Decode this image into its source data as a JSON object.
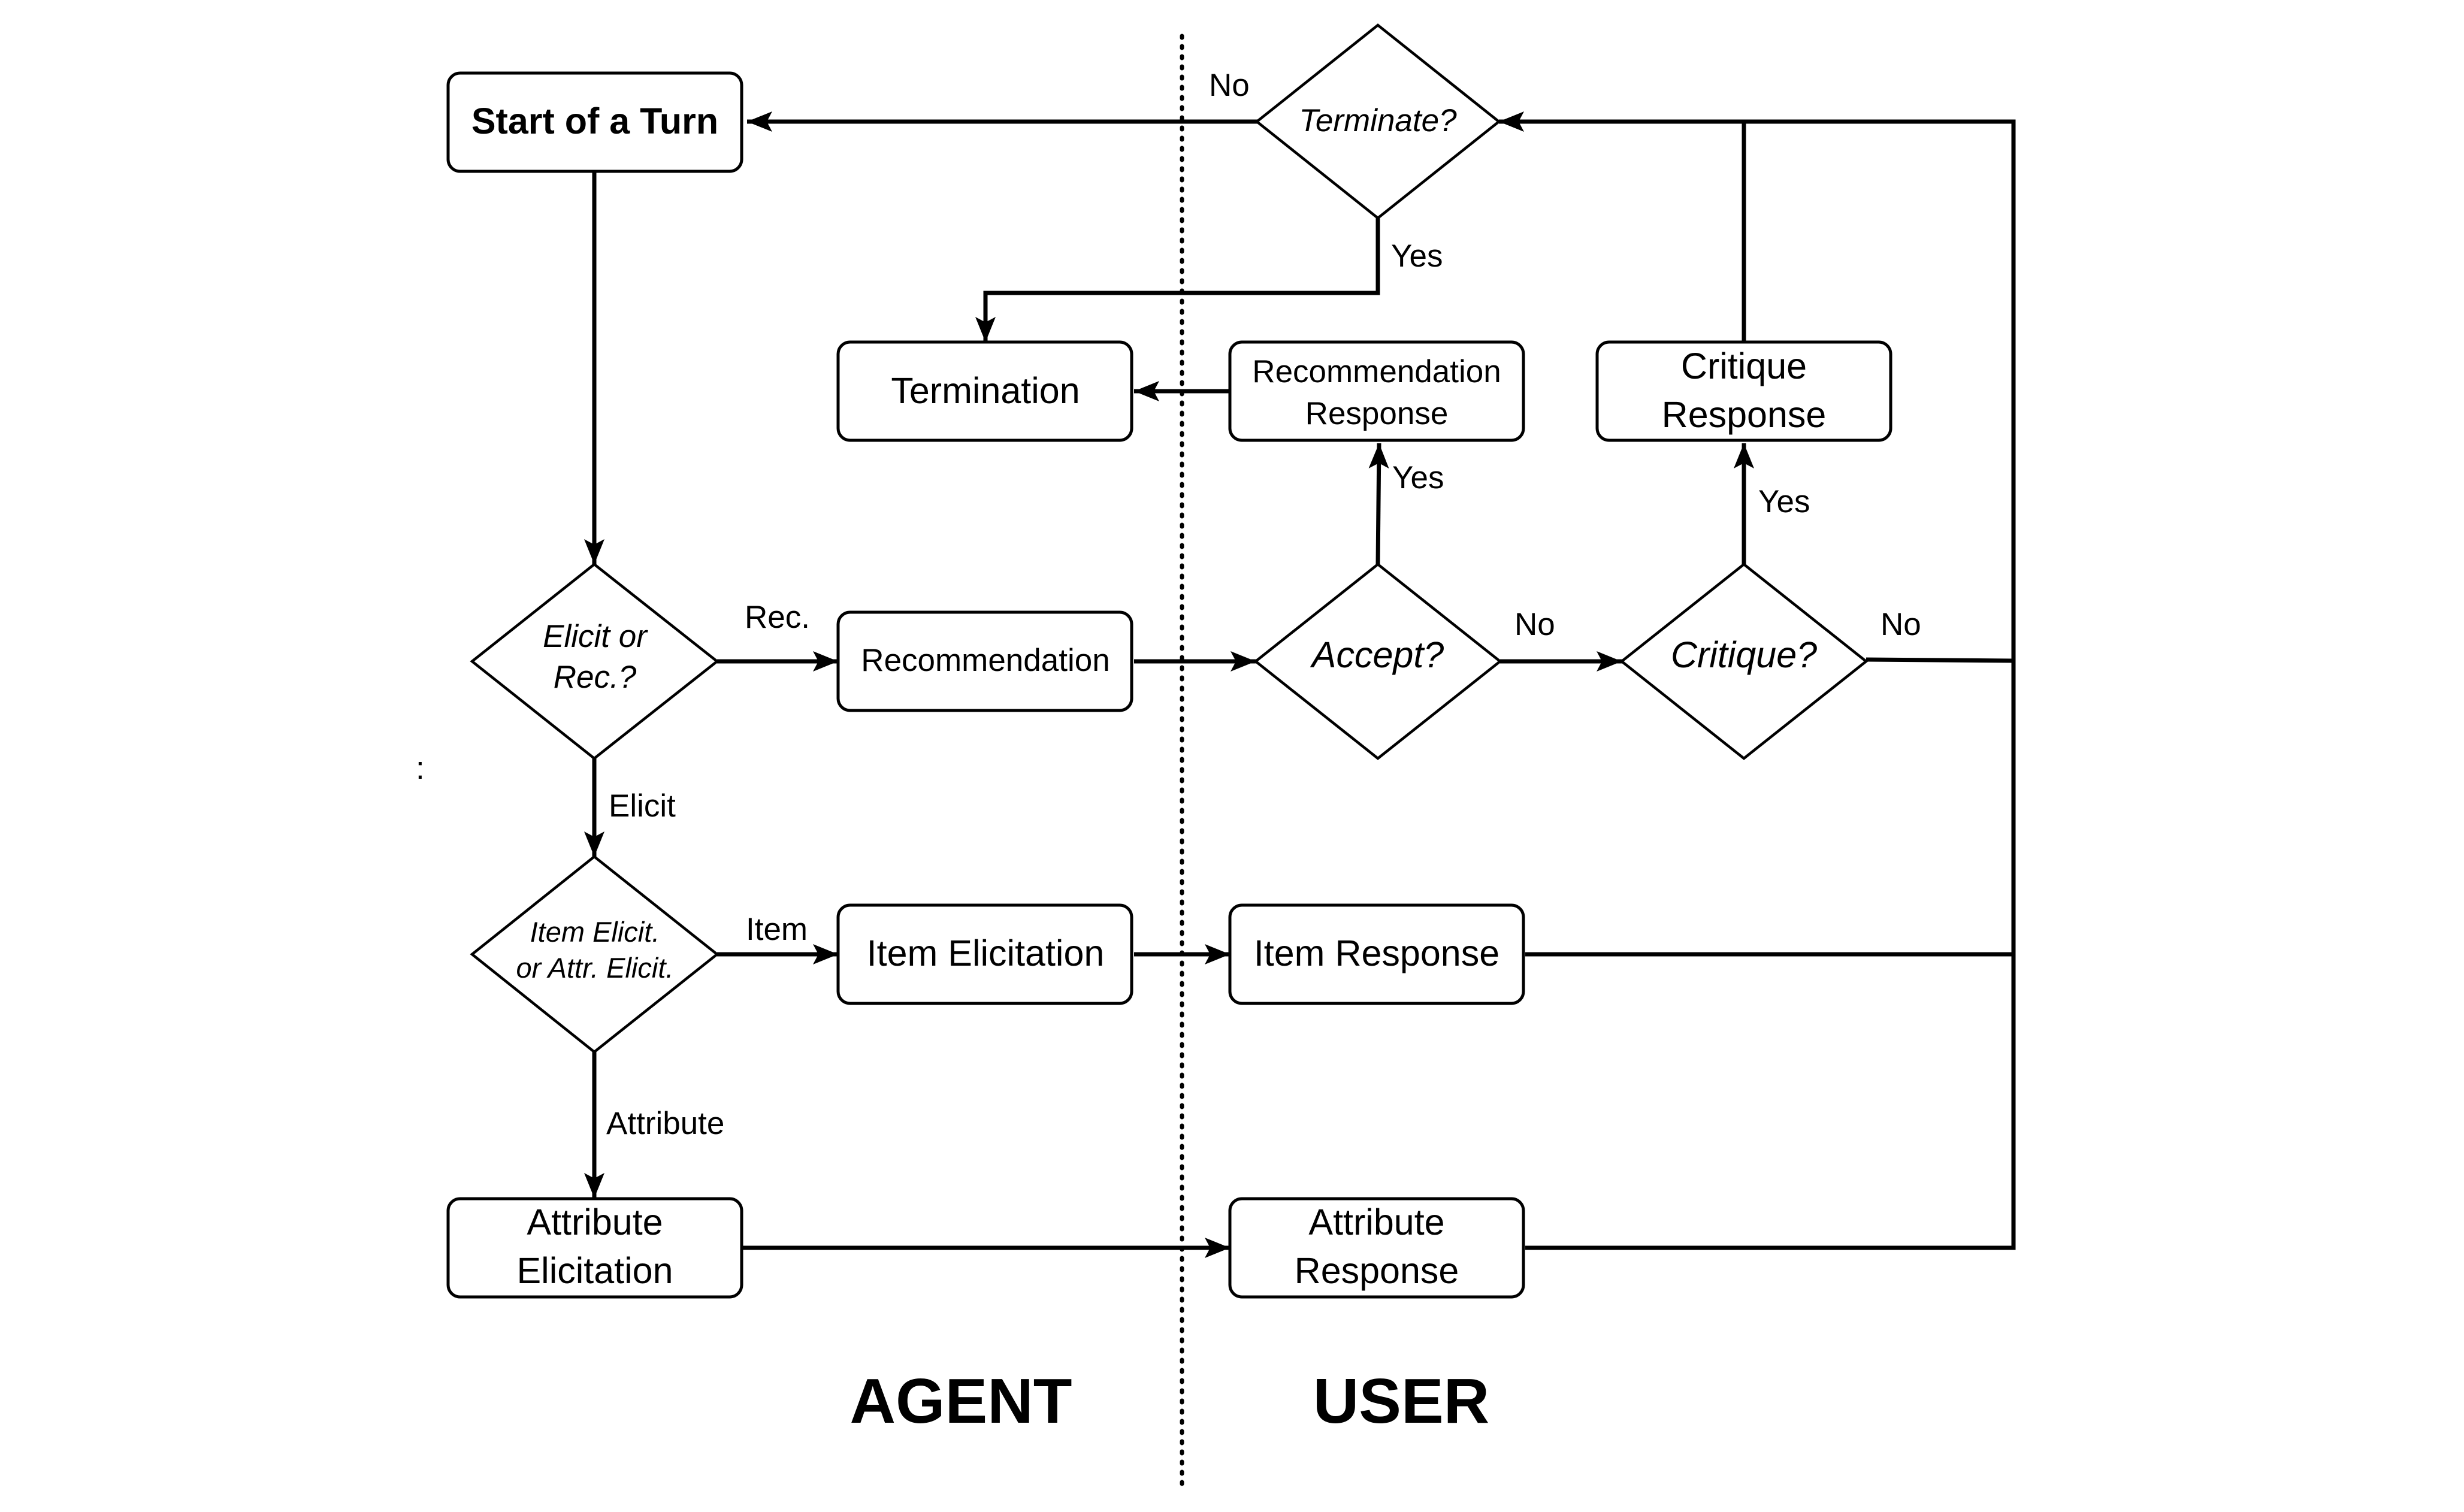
{
  "nodes": {
    "start": "Start of a Turn",
    "terminate": "Terminate?",
    "termination": "Termination",
    "rec_response_1": "Recommendation",
    "rec_response_2": "Response",
    "critique_response_1": "Critique",
    "critique_response_2": "Response",
    "elicit_or_rec_1": "Elicit or",
    "elicit_or_rec_2": "Rec.?",
    "recommendation": "Recommendation",
    "accept": "Accept?",
    "critique": "Critique?",
    "item_or_attr_1": "Item Elicit.",
    "item_or_attr_2": "or Attr. Elicit.",
    "item_elicitation": "Item Elicitation",
    "item_response": "Item Response",
    "attr_elicitation_1": "Attribute",
    "attr_elicitation_2": "Elicitation",
    "attr_response_1": "Attribute",
    "attr_response_2": "Response"
  },
  "edges": {
    "terminate_no": "No",
    "terminate_yes": "Yes",
    "accept_yes": "Yes",
    "critique_yes": "Yes",
    "rec": "Rec.",
    "accept_no": "No",
    "critique_no": "No",
    "elicit": "Elicit",
    "item": "Item",
    "attribute": "Attribute"
  },
  "stray_mark": ":",
  "lanes": {
    "agent": "AGENT",
    "user": "USER"
  }
}
